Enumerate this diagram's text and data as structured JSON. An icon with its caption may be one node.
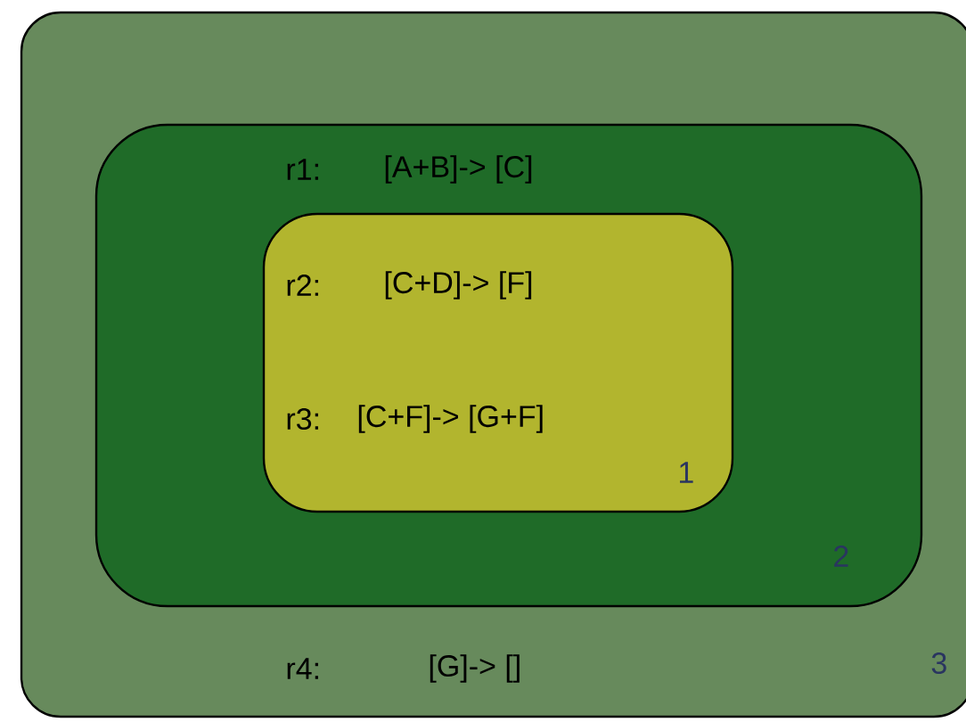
{
  "diagram": {
    "nodes": [
      {
        "text": [
          "r4:",
          "[G]-> []",
          "3"
        ]
      },
      {
        "text": [
          "r1:",
          "[A+B]-> [C]",
          "2"
        ],
        "in": 0
      },
      {
        "text": [
          "r2:",
          "[C+D]-> [F]",
          "r3:",
          "[C+F]-> [G+F]",
          "1"
        ],
        "in": 1
      }
    ]
  }
}
